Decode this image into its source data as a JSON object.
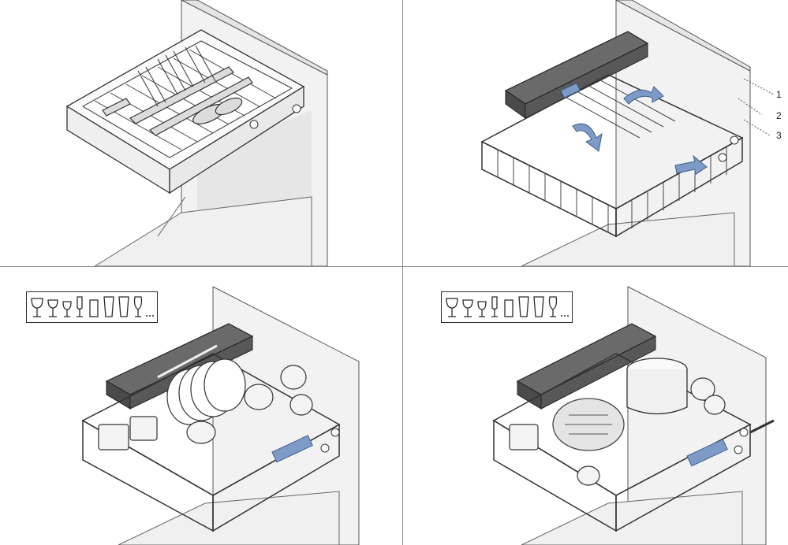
{
  "callouts": {
    "c1": "1",
    "c2": "2",
    "c3": "3"
  },
  "colors": {
    "blue_accent": "#7d9bc6",
    "line": "#3a3a3a",
    "grey_fill": "#d6d6d6",
    "light_grey": "#eeeeee"
  },
  "icons": [
    "wine-glass-icon",
    "goblet-icon",
    "small-glass-icon",
    "flute-icon",
    "tumbler-icon",
    "tall-glass-icon",
    "pint-glass-icon",
    "tulip-glass-icon",
    "more-dots-icon"
  ]
}
